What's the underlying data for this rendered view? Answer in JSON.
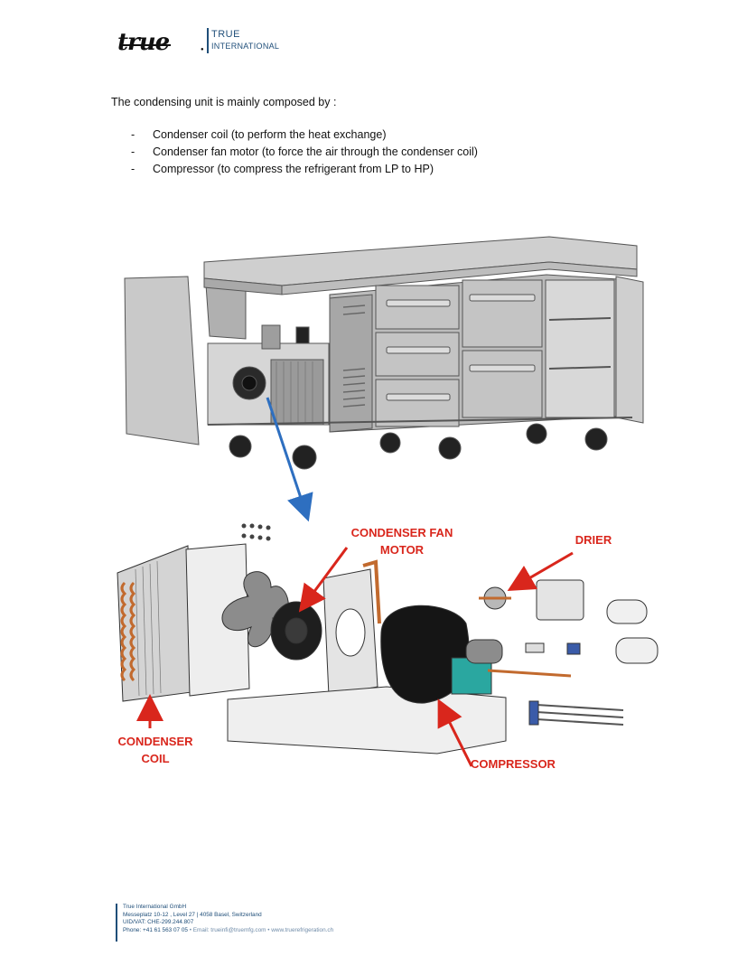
{
  "header": {
    "logo_script": "true",
    "brand_top": "TRUE",
    "brand_bottom": "INTERNATIONAL"
  },
  "content": {
    "intro": "The condensing unit is mainly composed by :",
    "bullets": [
      {
        "dash": "-",
        "text": "Condenser coil (to perform the heat exchange)"
      },
      {
        "dash": "-",
        "text": "Condenser fan motor (to force the air through the condenser coil)"
      },
      {
        "dash": "-",
        "text": "Compressor (to compress the refrigerant from LP to HP)"
      }
    ]
  },
  "callouts": {
    "fan_line1": "CONDENSER FAN",
    "fan_line2": "MOTOR",
    "drier": "DRIER",
    "coil_line1": "CONDENSER",
    "coil_line2": "COIL",
    "compressor": "COMPRESSOR"
  },
  "colors": {
    "callout_red": "#d9261c",
    "arrow_blue": "#2e6fc0",
    "brand_blue": "#1f4e79",
    "cabinet_gray": "#b9b9b9",
    "compressor_teal": "#2aa7a0"
  },
  "footer": {
    "company": "True International GmbH",
    "address": "Messeplatz 10-12 , Level 27 | 4058 Basel, Switzerland",
    "vat": "UID/VAT: CHE-299.244.807",
    "phone": "Phone: +41 61 563 07 05",
    "contact_rest": " • Email: trueinfi@truemfg.com • www.truerefrigeration.ch"
  }
}
